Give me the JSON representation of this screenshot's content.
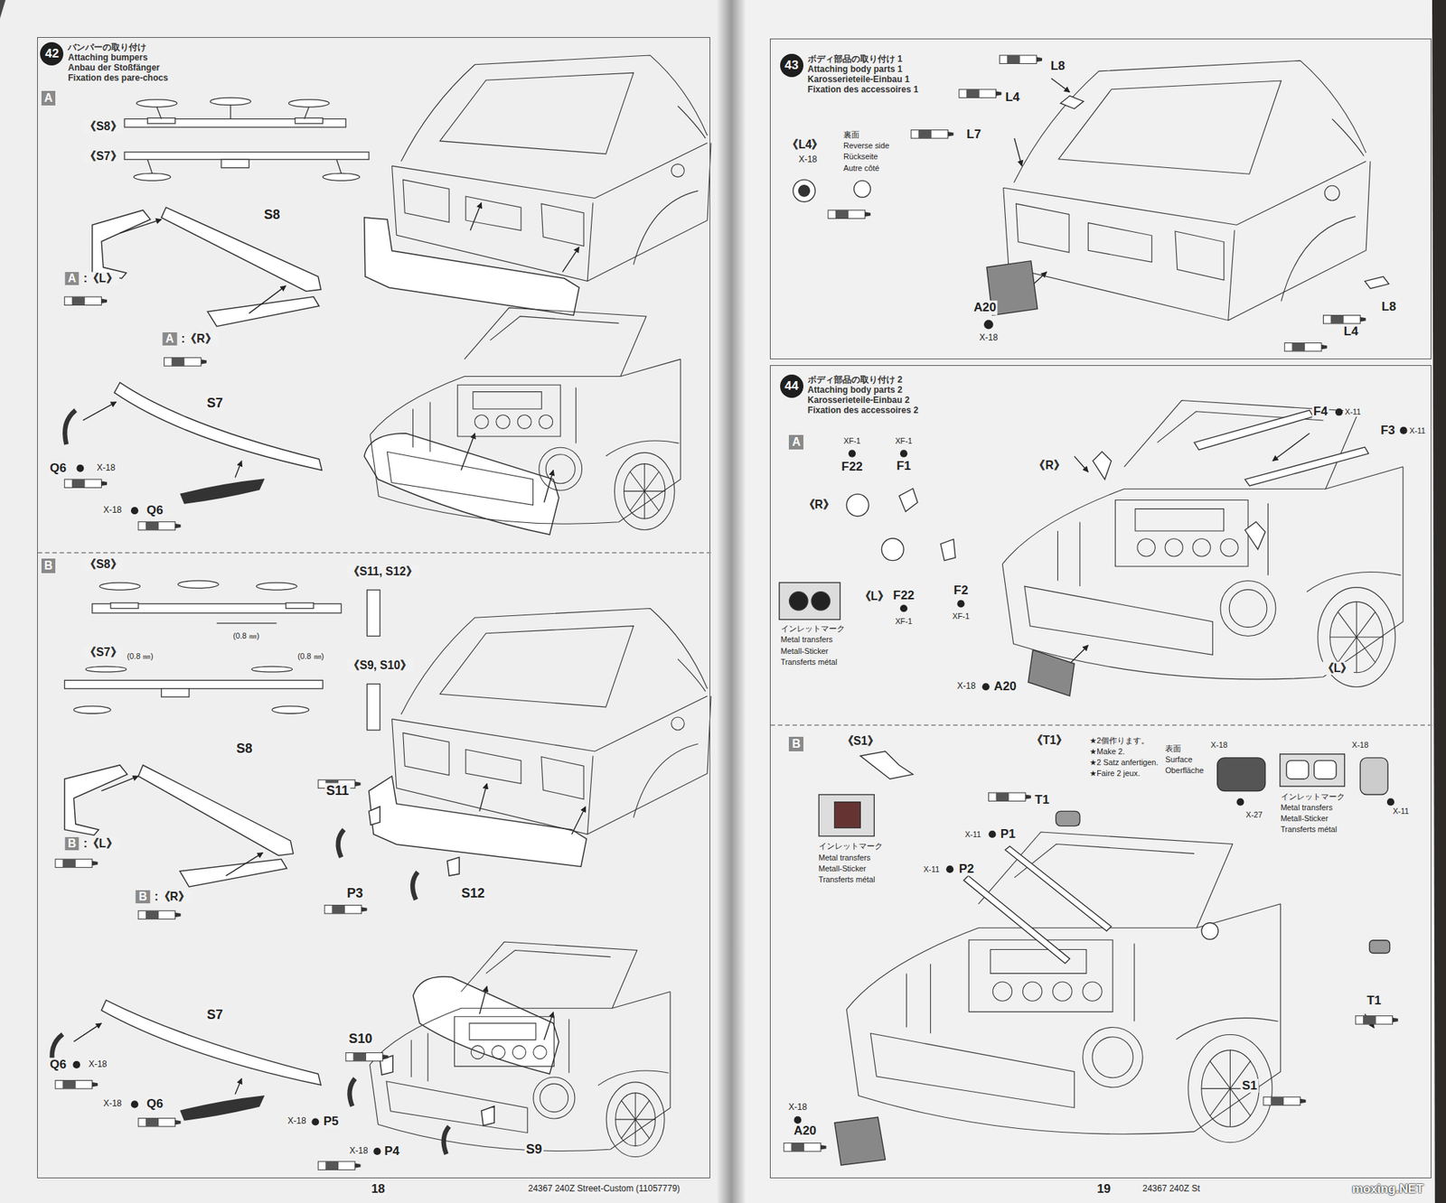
{
  "diagram": {
    "nodes": [
      {
        "text": [
          "42",
          "バンパーの取り付け",
          "Attaching bumpers",
          "Anbau der Stoßfänger",
          "Fixation des pare-chocs"
        ]
      },
      {
        "text": [
          "A"
        ],
        "in": 0
      },
      {
        "text": [
          "B"
        ],
        "in": 0
      },
      {
        "text": [
          "43",
          "ボディ部品の取り付け 1",
          "Attaching body parts 1",
          "Karosserieteile-Einbau 1",
          "Fixation des accessoires 1"
        ]
      },
      {
        "text": [
          "44",
          "ボディ部品の取り付け 2",
          "Attaching body parts 2",
          "Karosserieteile-Einbau 2",
          "Fixation des accessoires 2"
        ]
      },
      {
        "text": [
          "A"
        ],
        "in": 4
      },
      {
        "text": [
          "B"
        ],
        "in": 4
      }
    ],
    "labels": [
      "《S8》",
      "《S7》",
      "S8",
      "A",
      ":《L》",
      "A",
      ":《R》",
      "S7",
      "Q6",
      "X-18",
      "X-18",
      "Q6",
      "《S8》",
      "(0.8 ㎜)",
      "《S7》",
      "(0.8 ㎜)",
      "(0.8 ㎜)",
      "《S11, S12》",
      "《S9, S10》",
      "S8",
      "B",
      ":《L》",
      "B",
      ":《R》",
      "S11",
      "P3",
      "S12",
      "S7",
      "Q6",
      "X-18",
      "X-18",
      "Q6",
      "S10",
      "X-18",
      "P5",
      "X-18",
      "P4",
      "S9",
      "18",
      "24367 240Z Street-Custom (11057779)",
      "L8",
      "L4",
      "《L4》",
      "X-18",
      "裏面",
      "Reverse side",
      "Rückseite",
      "Autre côté",
      "L7",
      "A20",
      "X-18",
      "L8",
      "L4",
      "XF-1",
      "F22",
      "XF-1",
      "F1",
      "《R》",
      "《L》",
      "F22",
      "XF-1",
      "F2",
      "XF-1",
      "インレットマーク",
      "Metal transfers",
      "Metall-Sticker",
      "Transferts métal",
      "F4",
      "X-11",
      "F3",
      "X-11",
      "《R》",
      "《L》",
      "X-18",
      "A20",
      "《S1》",
      "インレットマーク",
      "Metal transfers",
      "Metall-Sticker",
      "Transferts métal",
      "《T1》",
      "★2個作ります。",
      "★Make 2.",
      "★2 Satz anfertigen.",
      "★Faire 2 jeux.",
      "表面",
      "Surface",
      "Oberfläche",
      "X-18",
      "X-27",
      "インレットマーク",
      "Metal transfers",
      "Metall-Sticker",
      "Transferts métal",
      "X-18",
      "X-11",
      "T1",
      "X-11",
      "P1",
      "X-11",
      "P2",
      "T1",
      "S1",
      "X-18",
      "A20",
      "19",
      "24367 240Z St",
      "moxing.NET"
    ]
  }
}
